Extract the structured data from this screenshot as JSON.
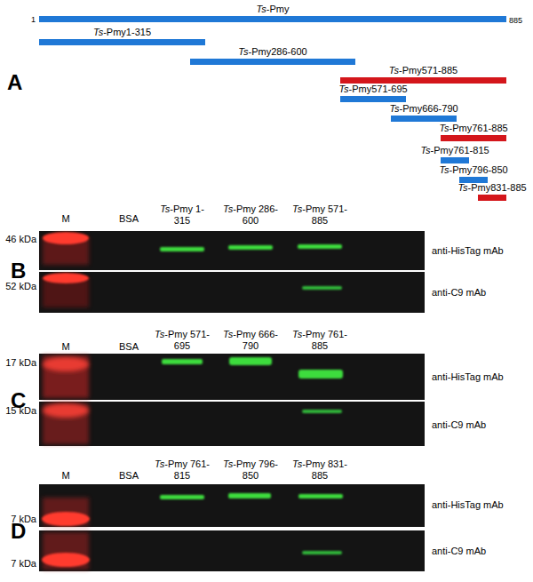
{
  "diagram": {
    "nodes": [
      {
        "text": [
          "Ts-Pmy",
          "1",
          "885"
        ]
      },
      {
        "text": [
          "Ts-Pmy1-315"
        ]
      },
      {
        "text": [
          "Ts-Pmy286-600"
        ]
      },
      {
        "text": [
          "Ts-Pmy571-885"
        ]
      },
      {
        "text": [
          "Ts-Pmy571-695"
        ]
      },
      {
        "text": [
          "Ts-Pmy666-790"
        ]
      },
      {
        "text": [
          "Ts-Pmy761-885"
        ]
      },
      {
        "text": [
          "Ts-Pmy761-815"
        ]
      },
      {
        "text": [
          "Ts-Pmy796-850"
        ]
      },
      {
        "text": [
          "Ts-Pmy831-885"
        ]
      }
    ],
    "labels": [
      "A",
      "B",
      "M",
      "BSA",
      "Ts-Pmy 1-315",
      "Ts-Pmy 286-600",
      "Ts-Pmy 571-885",
      "46 kDa",
      "anti-HisTag mAb",
      "52 kDa",
      "anti-C9 mAb",
      "C",
      "M",
      "BSA",
      "Ts-Pmy 571-695",
      "Ts-Pmy 666-790",
      "Ts-Pmy 761-885",
      "17 kDa",
      "anti-HisTag mAb",
      "15 kDa",
      "anti-C9 mAb",
      "D",
      "M",
      "BSA",
      "Ts-Pmy 761-815",
      "Ts-Pmy 796-850",
      "Ts-Pmy 831-885",
      "7 kDa",
      "anti-HisTag mAb",
      "7 kDa",
      "anti-C9 mAb"
    ]
  }
}
